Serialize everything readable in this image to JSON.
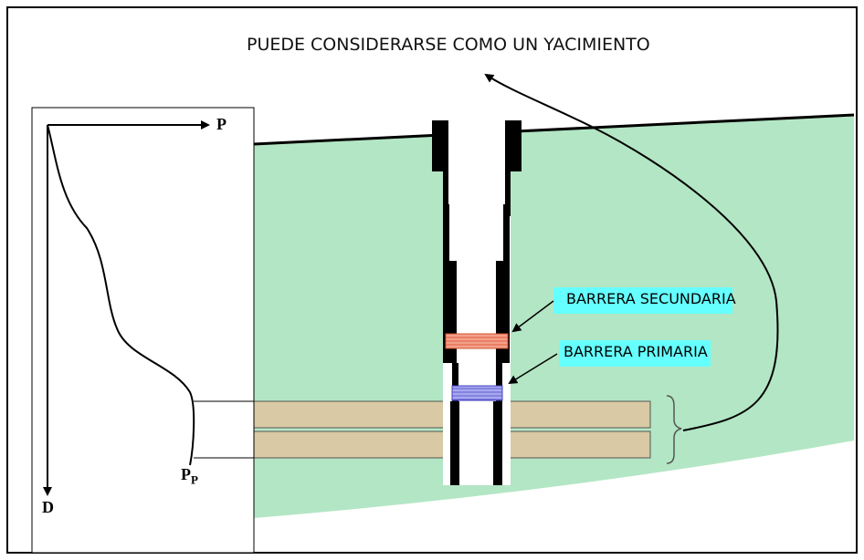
{
  "title": "PUEDE CONSIDERARSE COMO UN YACIMIENTO",
  "pressure_axis_label": "P",
  "depth_axis_label": "D",
  "pore_pressure_label": {
    "main": "P",
    "sub": "P"
  },
  "barriers": {
    "secondary": "BARRERA SECUNDARIA",
    "primary": "BARRERA PRIMARIA"
  },
  "colors": {
    "formation": "#b3e6c4",
    "reservoir": "#d9c9a4",
    "secondary_barrier": "#f08a70",
    "primary_barrier": "#8a8ae8",
    "label_highlight": "#66ffff",
    "casing": "#000000"
  }
}
